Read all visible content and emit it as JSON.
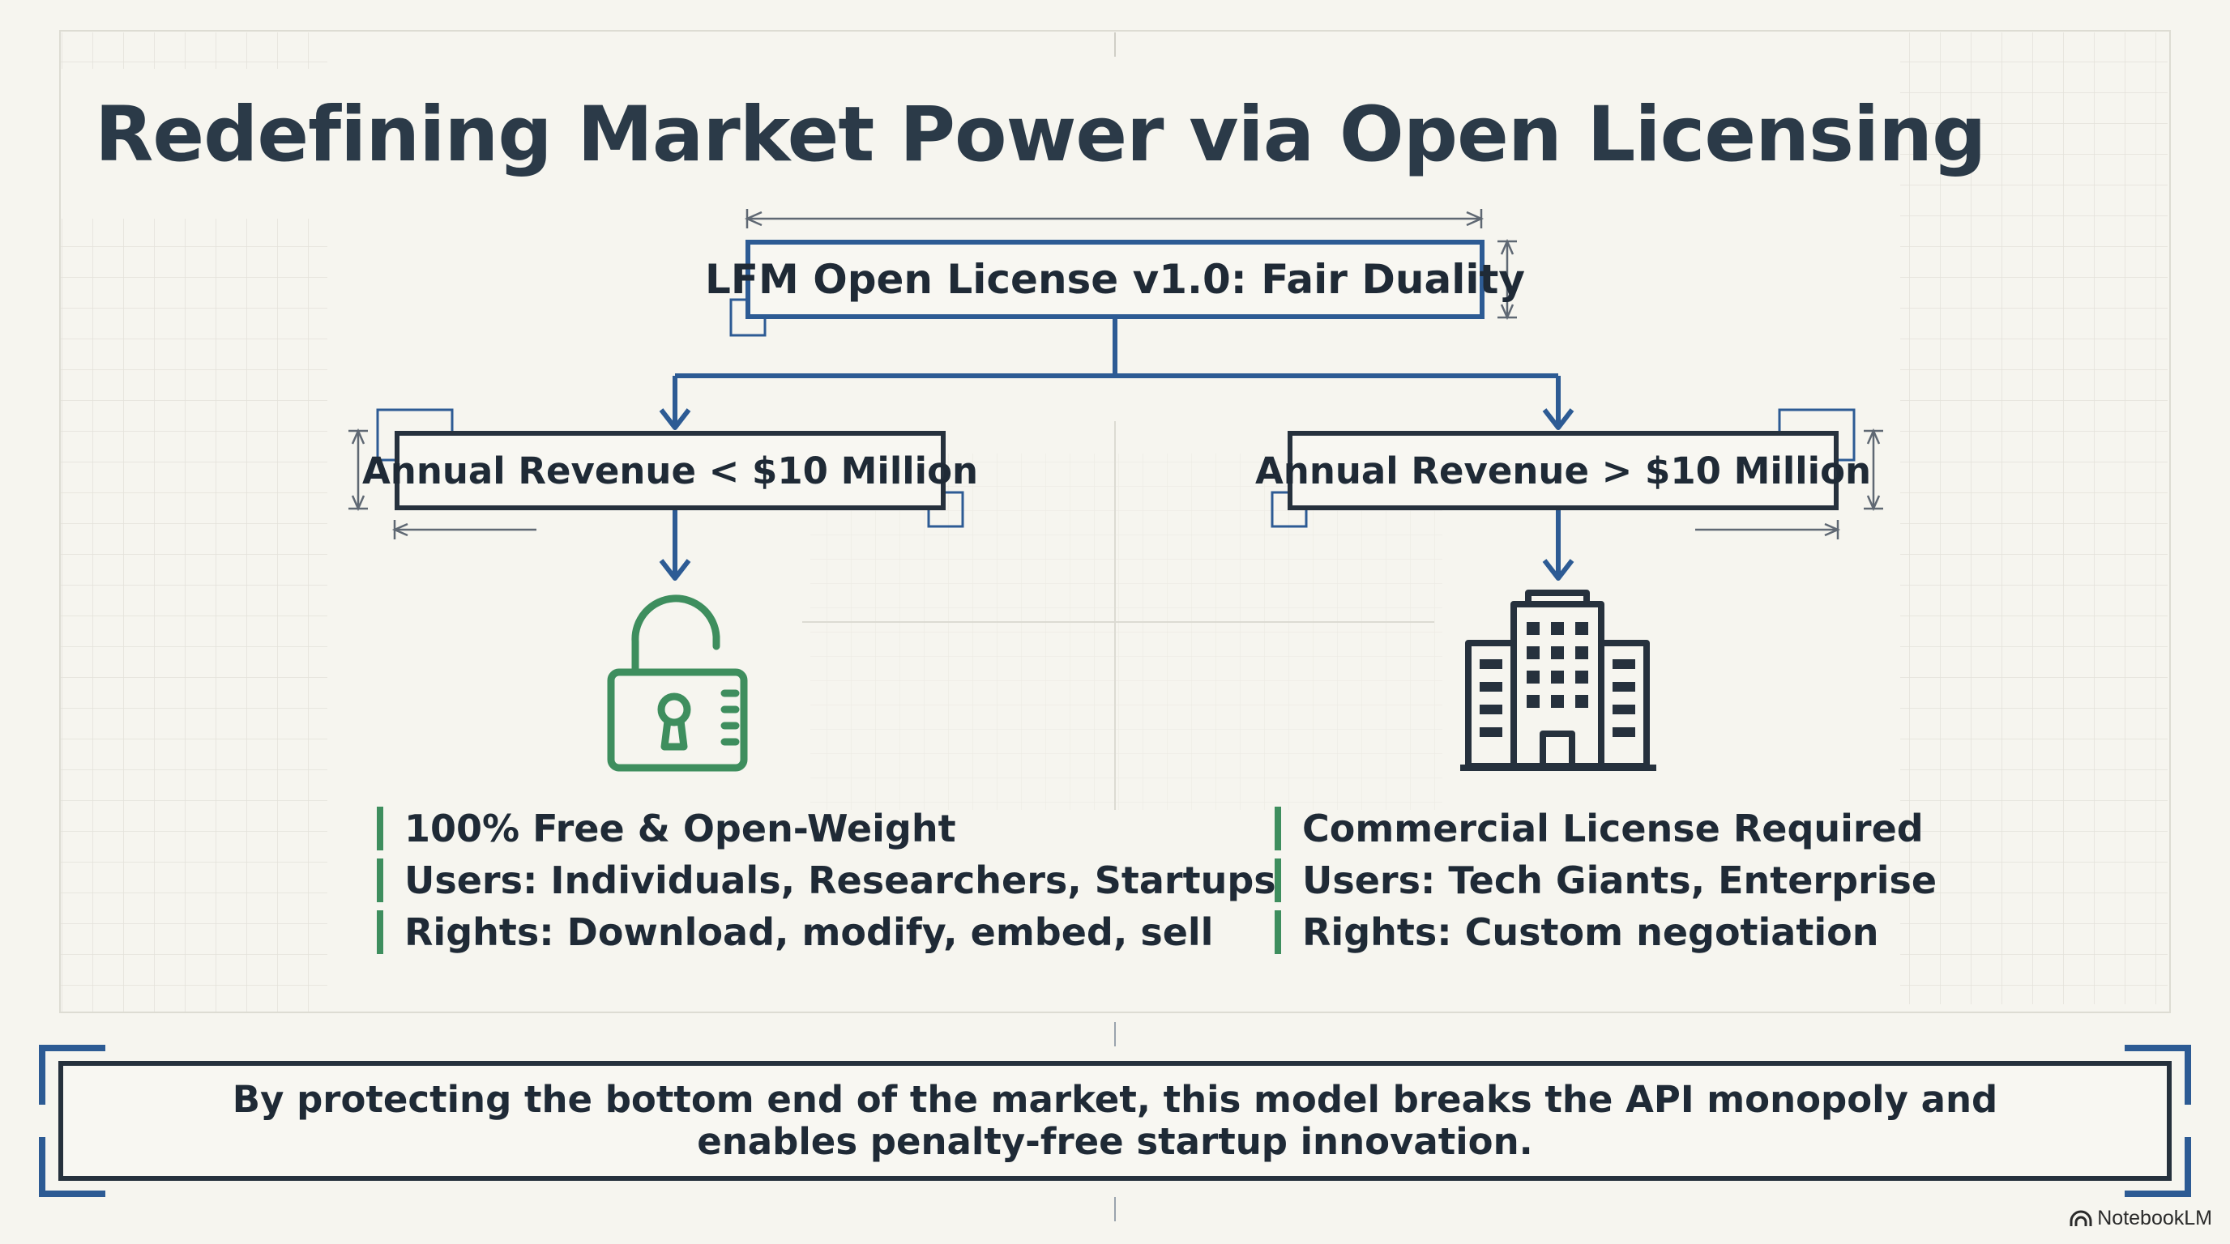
{
  "title": "Redefining Market Power via Open Licensing",
  "root": {
    "label": "LFM Open License v1.0: Fair Duality"
  },
  "branches": [
    {
      "label": "Annual Revenue < $10 Million",
      "icon": "unlocked-padlock-icon",
      "accent_color": "#3e8e5e",
      "bullets": [
        "100% Free & Open-Weight",
        "Users: Individuals, Researchers, Startups",
        "Rights: Download, modify, embed, sell"
      ]
    },
    {
      "label": "Annual Revenue > $10 Million",
      "icon": "office-building-icon",
      "accent_color": "#3e8e5e",
      "bullets": [
        "Commercial License Required",
        "Users: Tech Giants, Enterprise",
        "Rights: Custom negotiation"
      ]
    }
  ],
  "footer": {
    "line1": "By protecting the bottom end of the market, this model breaks the API monopoly and",
    "line2": "enables penalty-free startup innovation."
  },
  "brand": "NotebookLM",
  "colors": {
    "background": "#f6f5ef",
    "connector": "#2d5b94",
    "text": "#1f2a36",
    "accent_green": "#3e8e5e",
    "frame": "#26313d"
  }
}
